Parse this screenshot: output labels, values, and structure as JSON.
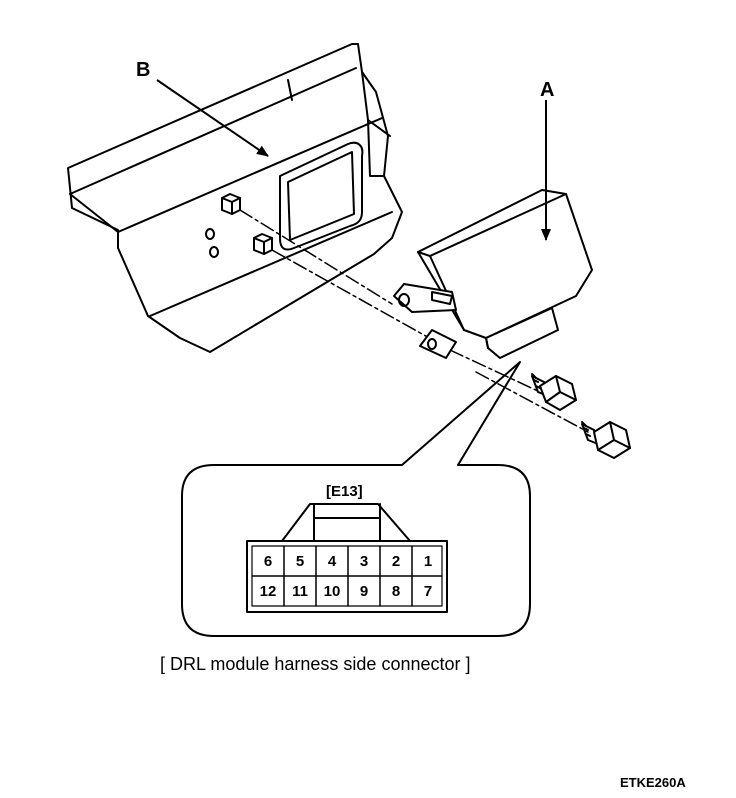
{
  "labels": {
    "a": "A",
    "b": "B",
    "connector_id": "[E13]",
    "caption": "[ DRL module harness side connector ]",
    "figure_code": "ETKE260A"
  },
  "connector": {
    "top_row": [
      "6",
      "5",
      "4",
      "3",
      "2",
      "1"
    ],
    "bottom_row": [
      "12",
      "11",
      "10",
      "9",
      "8",
      "7"
    ]
  },
  "colors": {
    "line": "#000000",
    "background": "#ffffff"
  }
}
